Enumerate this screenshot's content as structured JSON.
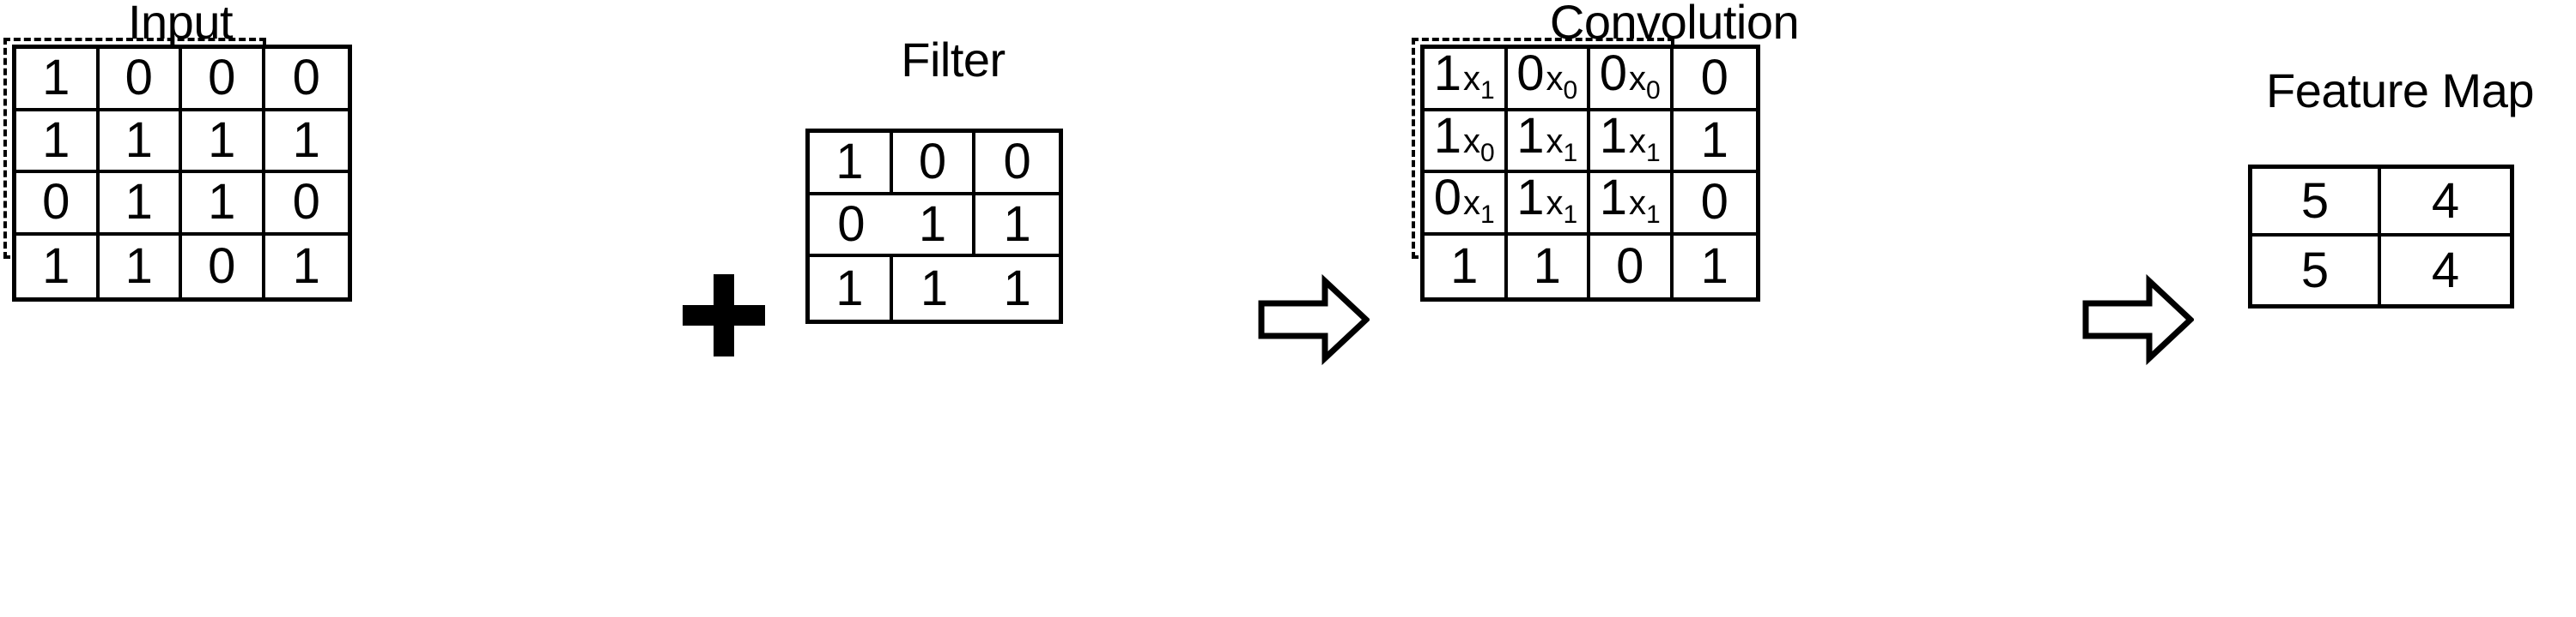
{
  "diagram": {
    "title_input": "Input",
    "title_filter": "Filter",
    "title_convolution": "Convolution",
    "title_feature_map": "Feature Map",
    "operator_plus": "+",
    "arrow_glyph": "arrow-right"
  },
  "chart_data": {
    "type": "table",
    "title": "Convolution operation: Input ⊕ Filter → Convolution → Feature Map",
    "panels": [
      {
        "name": "Input",
        "rows": 4,
        "cols": 4,
        "values": [
          [
            "1",
            "0",
            "0",
            "0"
          ],
          [
            "1",
            "1",
            "1",
            "1"
          ],
          [
            "0",
            "1",
            "1",
            "0"
          ],
          [
            "1",
            "1",
            "0",
            "1"
          ]
        ],
        "highlight": {
          "type": "dashed-rect",
          "rows": [
            0,
            2
          ],
          "cols": [
            0,
            2
          ]
        }
      },
      {
        "name": "Filter",
        "rows": 3,
        "cols": 3,
        "values": [
          [
            "1",
            "0",
            "0"
          ],
          [
            "0",
            "1",
            "1"
          ],
          [
            "1",
            "1",
            "1"
          ]
        ]
      },
      {
        "name": "Convolution",
        "rows": 4,
        "cols": 4,
        "values": [
          [
            "1",
            "0",
            "0",
            "0"
          ],
          [
            "1",
            "1",
            "1",
            "1"
          ],
          [
            "0",
            "1",
            "1",
            "0"
          ],
          [
            "1",
            "1",
            "0",
            "1"
          ]
        ],
        "multipliers": [
          [
            "1",
            "0",
            "0",
            ""
          ],
          [
            "0",
            "1",
            "1",
            ""
          ],
          [
            "1",
            "1",
            "1",
            ""
          ],
          [
            "",
            "",
            "",
            ""
          ]
        ],
        "mul_symbol": "x",
        "highlight": {
          "type": "dashed-rect",
          "rows": [
            0,
            2
          ],
          "cols": [
            0,
            2
          ]
        }
      },
      {
        "name": "Feature Map",
        "rows": 2,
        "cols": 2,
        "values": [
          [
            "5",
            "4"
          ],
          [
            "5",
            "4"
          ]
        ]
      }
    ],
    "colors": {
      "stroke": "#000000",
      "background": "#ffffff"
    }
  }
}
